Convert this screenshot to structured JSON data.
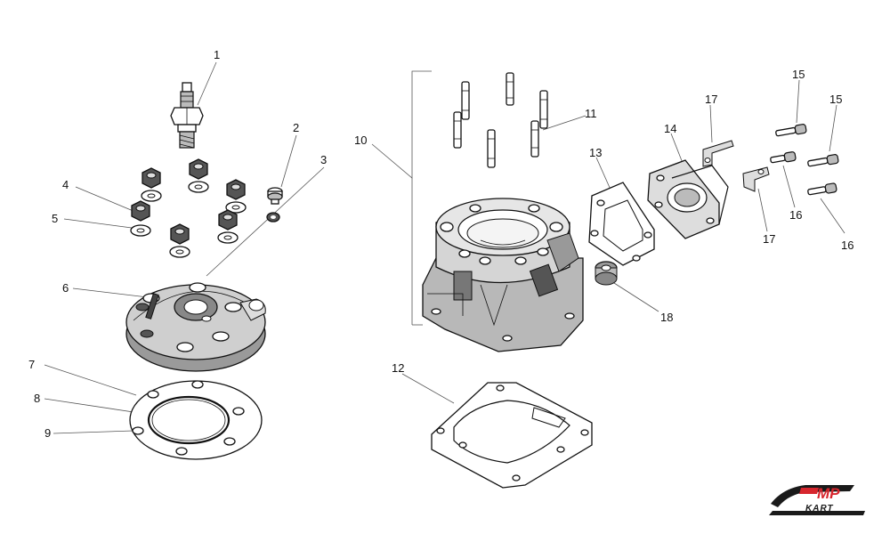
{
  "callouts": [
    "1",
    "2",
    "3",
    "4",
    "5",
    "6",
    "7",
    "8",
    "9",
    "10",
    "11",
    "12",
    "13",
    "14",
    "15",
    "15",
    "16",
    "16",
    "17",
    "17",
    "18"
  ],
  "logo": {
    "brand_mark": "MP",
    "brand_word": "KART",
    "color_primary": "#d7262e",
    "color_secondary": "#1a1a1a"
  }
}
